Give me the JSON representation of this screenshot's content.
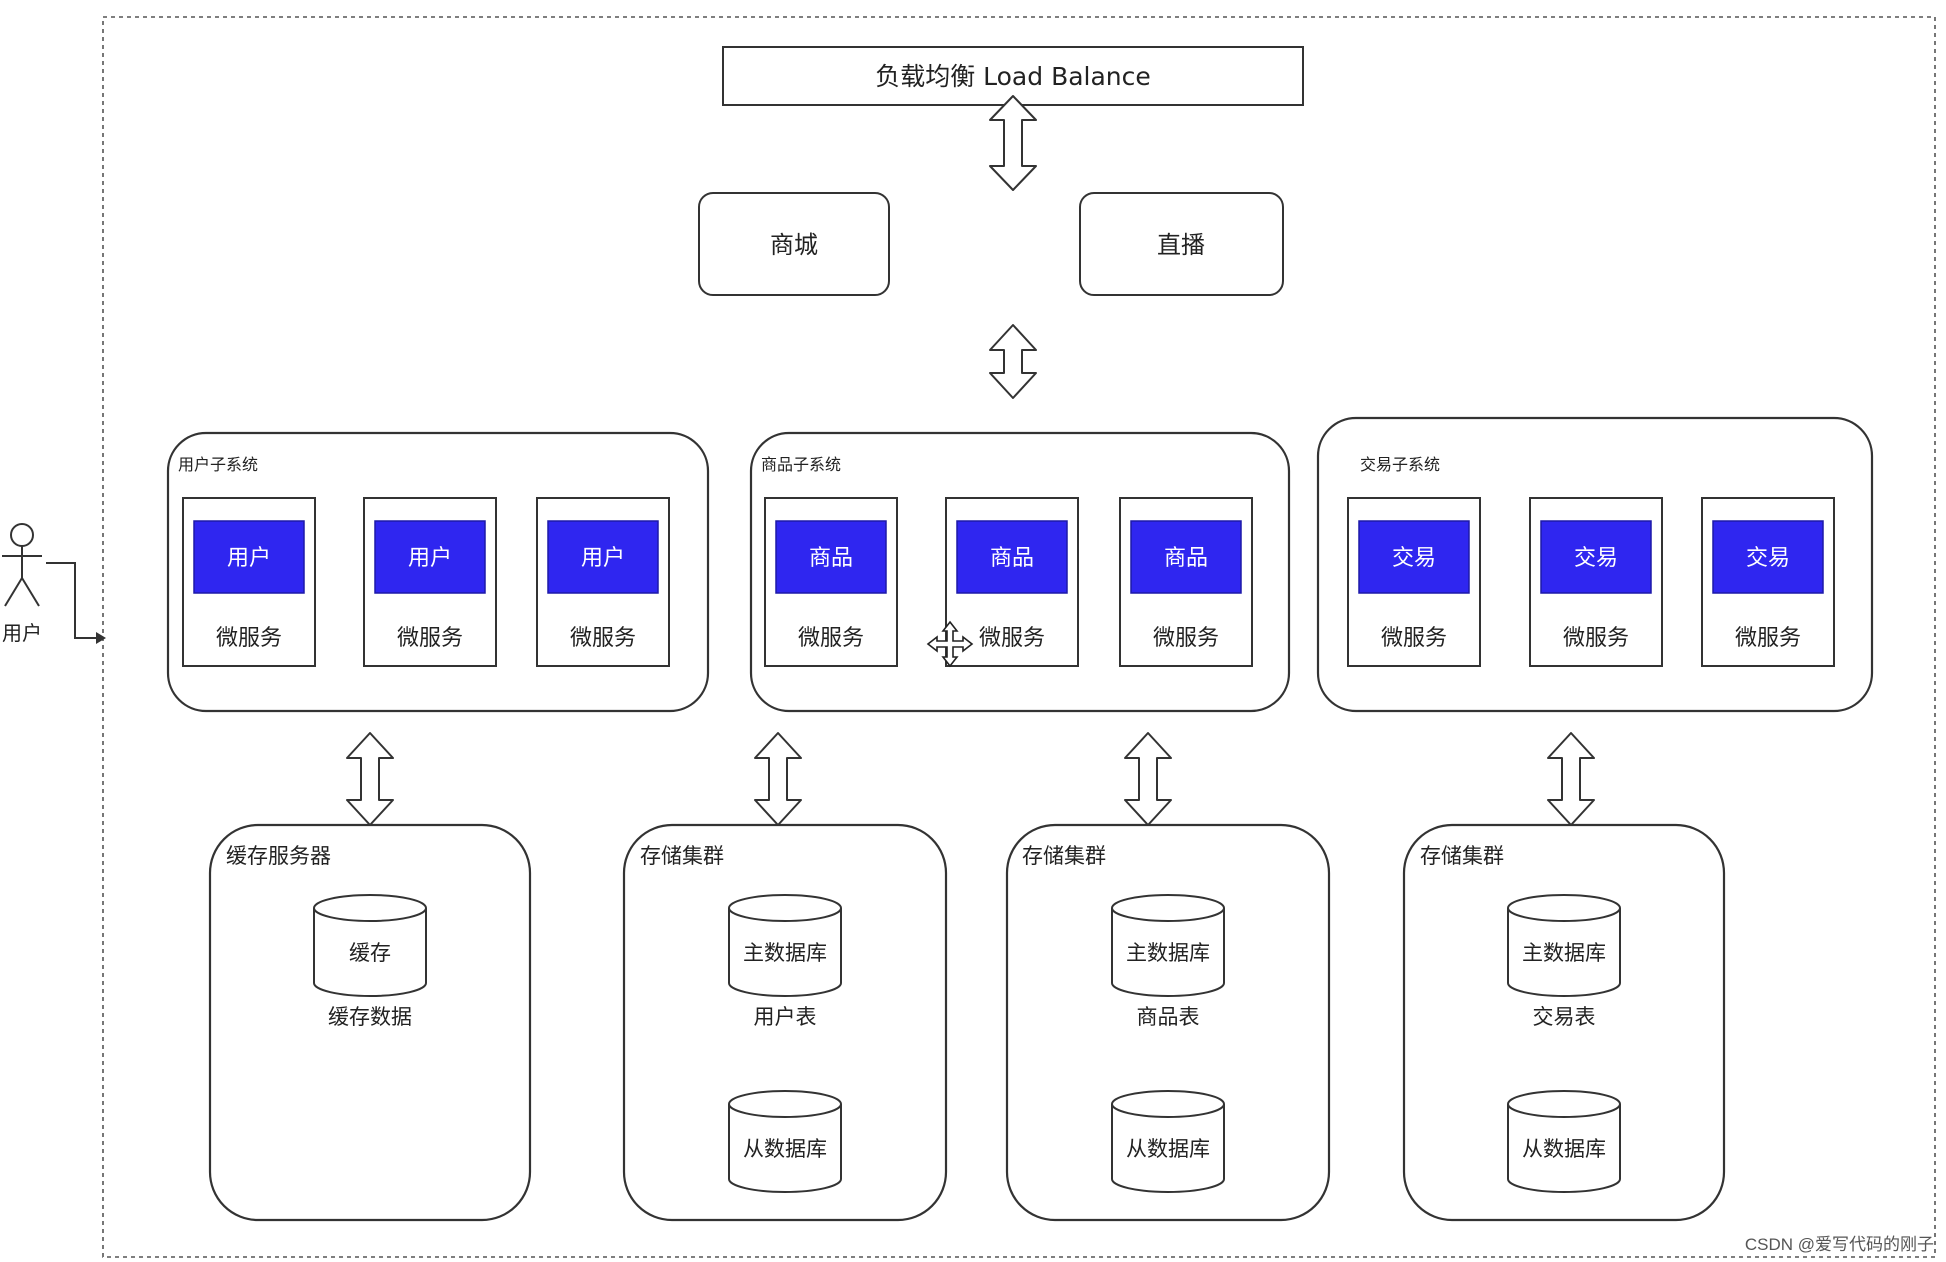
{
  "load_balancer": {
    "label": "负载均衡 Load Balance"
  },
  "entries": [
    {
      "label": "商城"
    },
    {
      "label": "直播"
    }
  ],
  "actor": {
    "label": "用户"
  },
  "subsystems": [
    {
      "title": "用户子系统",
      "service_label": "用户",
      "caption": "微服务"
    },
    {
      "title": "商品子系统",
      "service_label": "商品",
      "caption": "微服务"
    },
    {
      "title": "交易子系统",
      "service_label": "交易",
      "caption": "微服务"
    }
  ],
  "storage": [
    {
      "title": "缓存服务器",
      "dbs": [
        {
          "label": "缓存",
          "caption": "缓存数据"
        }
      ]
    },
    {
      "title": "存储集群",
      "dbs": [
        {
          "label": "主数据库",
          "caption": "用户表"
        },
        {
          "label": "从数据库"
        }
      ]
    },
    {
      "title": "存储集群",
      "dbs": [
        {
          "label": "主数据库",
          "caption": "商品表"
        },
        {
          "label": "从数据库"
        }
      ]
    },
    {
      "title": "存储集群",
      "dbs": [
        {
          "label": "主数据库",
          "caption": "交易表"
        },
        {
          "label": "从数据库"
        }
      ]
    }
  ],
  "watermark": "CSDN @爱写代码的刚子",
  "colors": {
    "service_fill": "#2f26f0",
    "stroke": "#333333",
    "background": "#ffffff"
  }
}
